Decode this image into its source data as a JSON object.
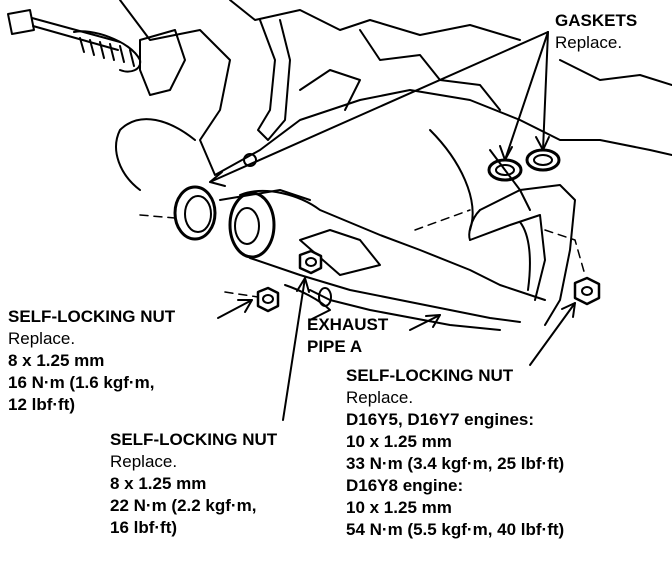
{
  "gaskets": {
    "title": "GASKETS",
    "note": "Replace."
  },
  "exhaust_pipe": {
    "line1": "EXHAUST",
    "line2": "PIPE A"
  },
  "nut_left": {
    "title": "SELF-LOCKING NUT",
    "note": "Replace.",
    "size": "8 x 1.25 mm",
    "torque1": "16 N·m (1.6 kgf·m,",
    "torque2": "12 lbf·ft)"
  },
  "nut_center": {
    "title": "SELF-LOCKING NUT",
    "note": "Replace.",
    "size": "8 x 1.25 mm",
    "torque1": "22 N·m (2.2 kgf·m,",
    "torque2": "16 lbf·ft)"
  },
  "nut_right": {
    "title": "SELF-LOCKING NUT",
    "note": "Replace.",
    "engines_a": "D16Y5, D16Y7 engines:",
    "size_a": "10 x 1.25 mm",
    "torque_a": "33 N·m (3.4 kgf·m, 25 lbf·ft)",
    "engines_b": "D16Y8 engine:",
    "size_b": "10 x 1.25 mm",
    "torque_b": "54 N·m (5.5 kgf·m, 40 lbf·ft)"
  }
}
